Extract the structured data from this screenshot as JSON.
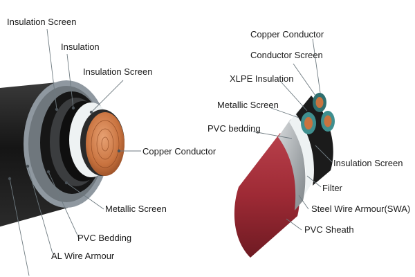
{
  "diagram": {
    "left_cable": {
      "labels": {
        "insulation_screen_outer": "Insulation Screen",
        "insulation": "Insulation",
        "insulation_screen_inner": "Insulation Screen",
        "copper_conductor": "Copper Conductor",
        "metallic_screen": "Metallic Screen",
        "pvc_bedding": "PVC Bedding",
        "al_wire_armour": "AL Wire Armour"
      }
    },
    "right_cable": {
      "labels": {
        "copper_conductor": "Copper Conductor",
        "conductor_screen": "Conductor Screen",
        "xlpe_insulation": "XLPE Insulation",
        "metallic_screen": "Metallic Screen",
        "pvc_bedding": "PVC bedding",
        "insulation_screen": "Insulation Screen",
        "filter": "Filter",
        "steel_wire_armour": "Steel Wire Armour(SWA)",
        "pvc_sheath": "PVC Sheath"
      }
    },
    "colors": {
      "outer_sheath_dark": "#1e1e1e",
      "aluminium_armour": "#8f98a0",
      "insulation_white": "#eef2f3",
      "copper": "#c9733f",
      "red_sheath": "#9e2a35",
      "steel_armour": "#a9adb0",
      "teal_screen": "#3f8f8f",
      "leader_line": "#6e7a80"
    }
  }
}
